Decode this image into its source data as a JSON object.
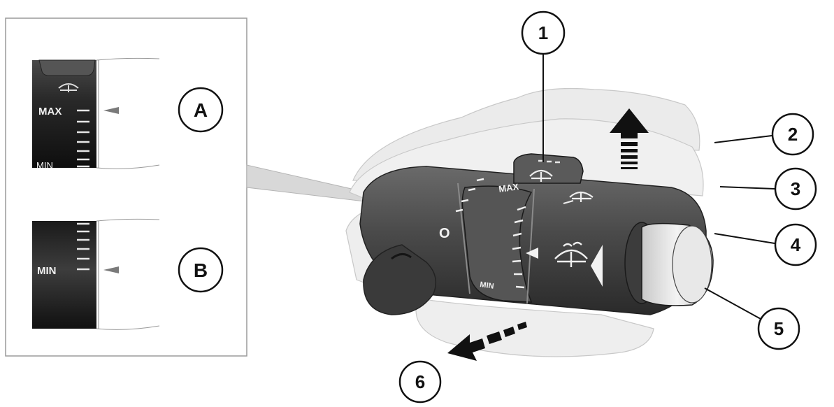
{
  "callouts": {
    "c1": "1",
    "c2": "2",
    "c3": "3",
    "c4": "4",
    "c5": "5",
    "c6": "6"
  },
  "inset": {
    "a": {
      "letter": "A",
      "max_label": "MAX",
      "min_partial": "MIN"
    },
    "b": {
      "letter": "B",
      "min_label": "MIN"
    }
  },
  "dial": {
    "max_label": "MAX",
    "min_label": "MIN",
    "off_mark": "O"
  },
  "icons": [
    "wiper-icon",
    "washer-wiper-icon",
    "single-wipe-icon",
    "arrow-up-icon",
    "arrow-pull-icon",
    "pointer-triangle-icon"
  ],
  "colors": {
    "stalk": "#4d4d4d",
    "stalk_dark": "#2b2b2b",
    "ghost": "#e6e6e6",
    "line": "#111111"
  }
}
